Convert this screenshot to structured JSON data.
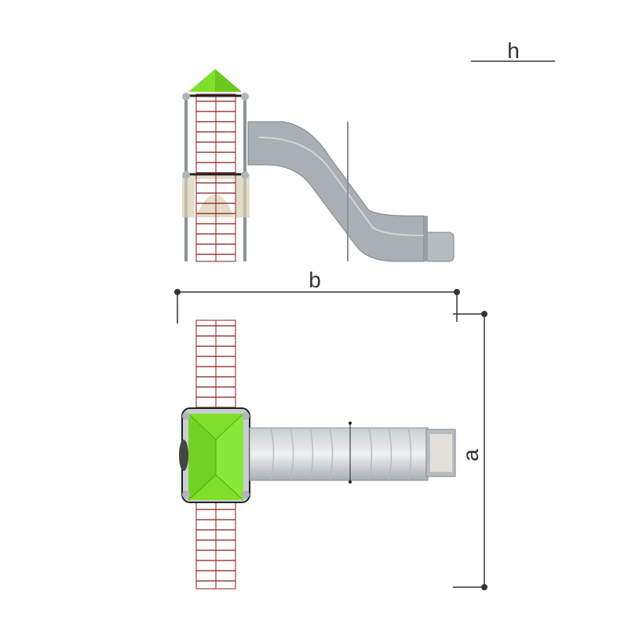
{
  "dimensions": {
    "height_label": "h",
    "width_label": "b",
    "depth_label": "a"
  },
  "colors": {
    "roof": "#7ee02a",
    "slide": "#a9afb4",
    "net": "#8b1a1a",
    "post": "#8c9296",
    "dimension_line": "#333333"
  }
}
